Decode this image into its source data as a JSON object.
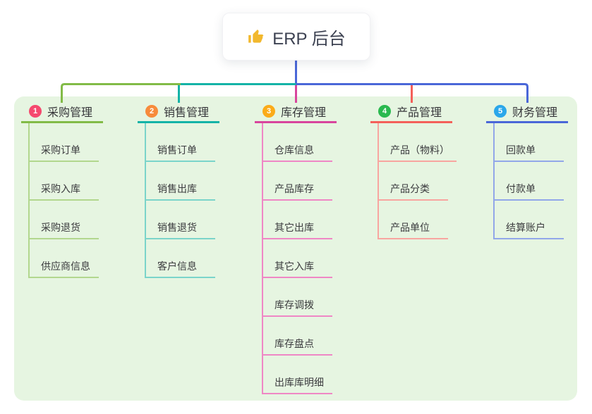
{
  "root": {
    "icon": "thumbs-up-icon",
    "label": "ERP 后台"
  },
  "colors": {
    "root_stem_blue": "#4a67d8",
    "green": "#82bb47",
    "teal": "#14b3a7",
    "magenta": "#d8459d",
    "red": "#f4605a",
    "blue": "#4a67d8",
    "panel_bg": "#e6f5e1",
    "root_icon_yellow": "#f2b82d"
  },
  "branches": [
    {
      "number": "1",
      "label": "采购管理",
      "badge_color": "#f5496e",
      "line_color": "#82bb47",
      "light_color": "#b2d78e",
      "children": [
        "采购订单",
        "采购入库",
        "采购退货",
        "供应商信息"
      ]
    },
    {
      "number": "2",
      "label": "销售管理",
      "badge_color": "#f78b3b",
      "line_color": "#14b3a7",
      "light_color": "#7bd4ca",
      "children": [
        "销售订单",
        "销售出库",
        "销售退货",
        "客户信息"
      ]
    },
    {
      "number": "3",
      "label": "库存管理",
      "badge_color": "#fbab19",
      "line_color": "#d8459d",
      "light_color": "#ef87c5",
      "children": [
        "仓库信息",
        "产品库存",
        "其它出库",
        "其它入库",
        "库存调拨",
        "库存盘点",
        "出库库明细"
      ]
    },
    {
      "number": "4",
      "label": "产品管理",
      "badge_color": "#2ab94f",
      "line_color": "#f4605a",
      "light_color": "#f8a5a0",
      "children": [
        "产品（物料）",
        "产品分类",
        "产品单位"
      ]
    },
    {
      "number": "5",
      "label": "财务管理",
      "badge_color": "#2ba7ea",
      "line_color": "#4a67d8",
      "light_color": "#92a7e9",
      "children": [
        "回款单",
        "付款单",
        "结算账户"
      ]
    }
  ]
}
